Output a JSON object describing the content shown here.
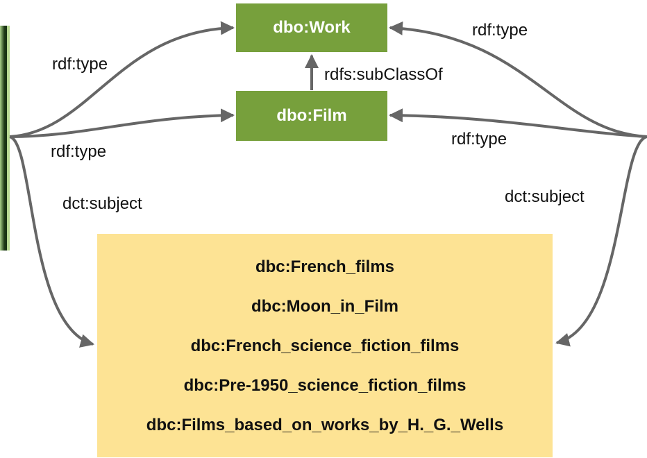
{
  "nodes": {
    "work": "dbo:Work",
    "film": "dbo:Film"
  },
  "edge_labels": {
    "left_to_work": "rdf:type",
    "left_to_film": "rdf:type",
    "left_to_subjects": "dct:subject",
    "right_to_work": "rdf:type",
    "right_to_film": "rdf:type",
    "right_to_subjects": "dct:subject",
    "film_to_work": "rdfs:subClassOf"
  },
  "categories": [
    "dbc:French_films",
    "dbc:Moon_in_Film",
    "dbc:French_science_fiction_films",
    "dbc:Pre-1950_science_fiction_films",
    "dbc:Films_based_on_works_by_H._G._Wells"
  ],
  "colors": {
    "class_fill": "#77a03c",
    "category_fill": "#fde394",
    "edge": "#666666"
  }
}
